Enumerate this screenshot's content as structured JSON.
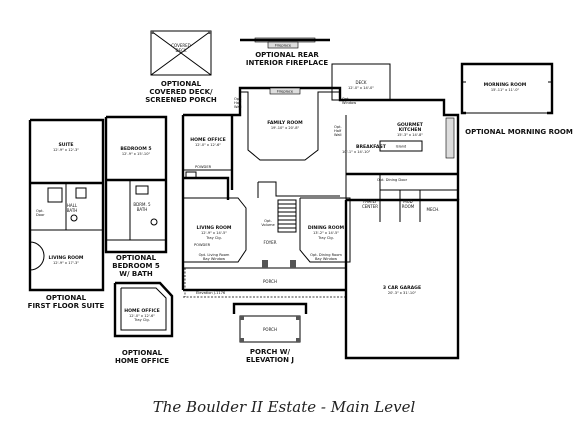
{
  "title": "The Boulder II Estate - Main Level",
  "optional_labels": {
    "rear_fireplace": [
      "OPTIONAL REAR",
      "INTERIOR FIREPLACE"
    ],
    "covered_deck": [
      "OPTIONAL",
      "COVERED DECK/",
      "SCREENED PORCH"
    ],
    "morning_room": "OPTIONAL MORNING ROOM",
    "first_floor_suite": [
      "OPTIONAL",
      "FIRST FLOOR SUITE"
    ],
    "bedroom5": [
      "OPTIONAL",
      "BEDROOM 5",
      "W/ BATH"
    ],
    "home_office": [
      "OPTIONAL",
      "HOME OFFICE"
    ],
    "porch_elev": [
      "PORCH W/",
      "ELEVATION J"
    ]
  },
  "rooms": {
    "covered_deck": {
      "name": [
        "COVERED",
        "DECK"
      ]
    },
    "family_room": {
      "name": "FAMILY ROOM",
      "dim": "19'-10\" x 20'-8\""
    },
    "deck": {
      "name": "DECK",
      "dim": "12'-0\" x 14'-0\""
    },
    "morning_room": {
      "name": "MORNING ROOM",
      "dim": "15'-11\" x 11'-0\""
    },
    "home_office": {
      "name": "HOME OFFICE",
      "dim": "12'-0\" x 12'-6\""
    },
    "gourmet_kitchen": {
      "name": [
        "GOURMET",
        "KITCHEN"
      ],
      "dim": "15'-3\" x 14'-8\""
    },
    "island": "Island",
    "breakfast": {
      "name": "BREAKFAST",
      "dim": "10'-1\" x 14'-10\""
    },
    "suite": {
      "name": "SUITE",
      "dim": "12'-9\" x 12'-3\""
    },
    "bedroom5": {
      "name": "BEDROOM 5",
      "dim": "12'-9\" x 15'-10\""
    },
    "hall_bath": [
      "HALL",
      "BATH"
    ],
    "bdrm5_bath": [
      "BDRM. 5",
      "BATH"
    ],
    "living_room_suite": {
      "name": "LIVING ROOM",
      "dim": "12'-9\" x 17'-3\""
    },
    "living_room": {
      "name": "LIVING ROOM",
      "dim": "12'-9\" x 14'-5\"",
      "note": "Tray Clg."
    },
    "dining_room": {
      "name": "DINING ROOM",
      "dim": "13'-2\" x 14'-5\"",
      "note": "Tray Clg."
    },
    "foyer": "FOYER",
    "family_center": [
      "FAMILY",
      "CENTER"
    ],
    "mud_room": [
      "MUD",
      "ROOM"
    ],
    "mech": "MECH.",
    "powder_top": "POWDER",
    "powder_bottom": "POWDER",
    "garage": {
      "name": "3 CAR GARAGE",
      "dim": "20'-3\" x 31'-10\""
    },
    "porch": "PORCH",
    "porch_j": "PORCH",
    "opt_home_office": {
      "name": "HOME OFFICE",
      "dim": "12'-0\" x 12'-6\"",
      "note": "Tray Clg."
    }
  },
  "notes": {
    "fireplace_top": "Fireplace",
    "fireplace_fr": "Fireplace",
    "opt_half_wall1": [
      "Opt.",
      "Half",
      "Wall"
    ],
    "opt_half_wall2": [
      "Opt.",
      "Half",
      "Wall"
    ],
    "opt_window": [
      "Opt.",
      "Window"
    ],
    "opt_living_bay": [
      "Opt. Living Room",
      "Bay Window"
    ],
    "opt_dining_bay": [
      "Opt. Dining Room",
      "Bay Window"
    ],
    "opt_dining_door": "Opt. Dining Door",
    "opt_volume": [
      "Opt.",
      "Volume"
    ],
    "elevation": "Elevation J-1176",
    "opt_door": [
      "Opt.",
      "Door"
    ]
  }
}
